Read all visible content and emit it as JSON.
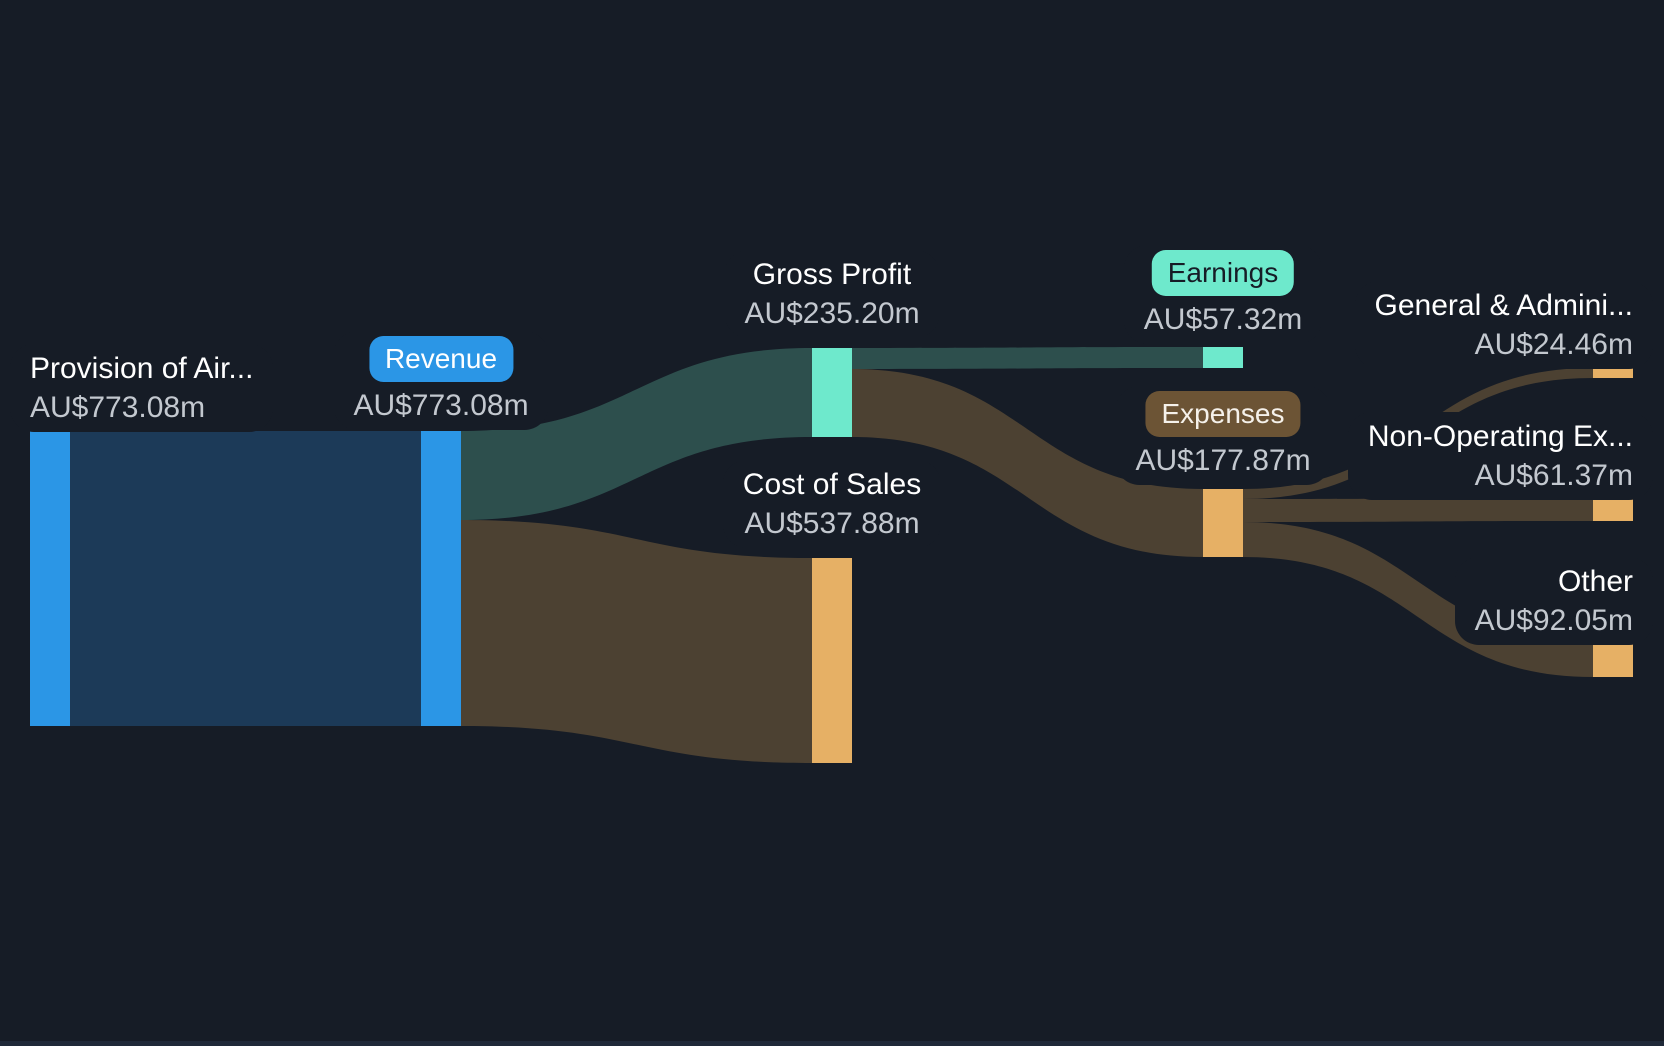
{
  "chart_data": {
    "type": "sankey",
    "description": "Revenue and expenses breakdown flow chart",
    "currency_prefix": "AU$",
    "unit_suffix": "m",
    "background": "#161c26",
    "legend_position": "none",
    "nodes": [
      {
        "id": "provision-of-air",
        "label": "Provision of Air...",
        "value_label": "AU$773.08m",
        "amount": 773.08,
        "column": 0,
        "color": "#2b96e6"
      },
      {
        "id": "revenue",
        "label": "Revenue",
        "value_label": "AU$773.08m",
        "amount": 773.08,
        "column": 1,
        "color": "#2b96e6",
        "badge": true,
        "badge_color": "#2b96e6"
      },
      {
        "id": "gross-profit",
        "label": "Gross Profit",
        "value_label": "AU$235.20m",
        "amount": 235.2,
        "column": 2,
        "color": "#6ee9cc"
      },
      {
        "id": "cost-of-sales",
        "label": "Cost of Sales",
        "value_label": "AU$537.88m",
        "amount": 537.88,
        "column": 2,
        "color": "#e6b065"
      },
      {
        "id": "earnings",
        "label": "Earnings",
        "value_label": "AU$57.32m",
        "amount": 57.32,
        "column": 3,
        "color": "#6ee9cc",
        "badge": true,
        "badge_color": "#6ee9cc"
      },
      {
        "id": "expenses",
        "label": "Expenses",
        "value_label": "AU$177.87m",
        "amount": 177.87,
        "column": 3,
        "color": "#e6b065",
        "badge": true,
        "badge_color": "#6c5435"
      },
      {
        "id": "general-administrative",
        "label": "General & Admini...",
        "value_label": "AU$24.46m",
        "amount": 24.46,
        "column": 4,
        "color": "#e6b065"
      },
      {
        "id": "non-operating-expenses",
        "label": "Non-Operating Ex...",
        "value_label": "AU$61.37m",
        "amount": 61.37,
        "column": 4,
        "color": "#e6b065"
      },
      {
        "id": "other",
        "label": "Other",
        "value_label": "AU$92.05m",
        "amount": 92.05,
        "column": 4,
        "color": "#e6b065"
      }
    ],
    "links": [
      {
        "source": "provision-of-air",
        "target": "revenue",
        "amount": 773.08,
        "color": "#1c3a58"
      },
      {
        "source": "revenue",
        "target": "gross-profit",
        "amount": 235.2,
        "color": "#2d4f4d"
      },
      {
        "source": "revenue",
        "target": "cost-of-sales",
        "amount": 537.88,
        "color": "#4c4132"
      },
      {
        "source": "gross-profit",
        "target": "earnings",
        "amount": 57.32,
        "color": "#2d4f4d"
      },
      {
        "source": "gross-profit",
        "target": "expenses",
        "amount": 177.87,
        "color": "#4c4132"
      },
      {
        "source": "expenses",
        "target": "general-administrative",
        "amount": 24.46,
        "color": "#4c4132"
      },
      {
        "source": "expenses",
        "target": "non-operating-expenses",
        "amount": 61.37,
        "color": "#4c4132"
      },
      {
        "source": "expenses",
        "target": "other",
        "amount": 92.05,
        "color": "#4c4132"
      }
    ],
    "colors": {
      "background": "#161c26",
      "node_blue": "#2b96e6",
      "node_mint": "#6ee9cc",
      "node_tan": "#e6b065",
      "flow_blue": "#1c3a58",
      "flow_teal": "#2d4f4d",
      "flow_brown": "#4c4132",
      "name_text": "#ffffff",
      "value_text": "#c3c8cf"
    }
  }
}
